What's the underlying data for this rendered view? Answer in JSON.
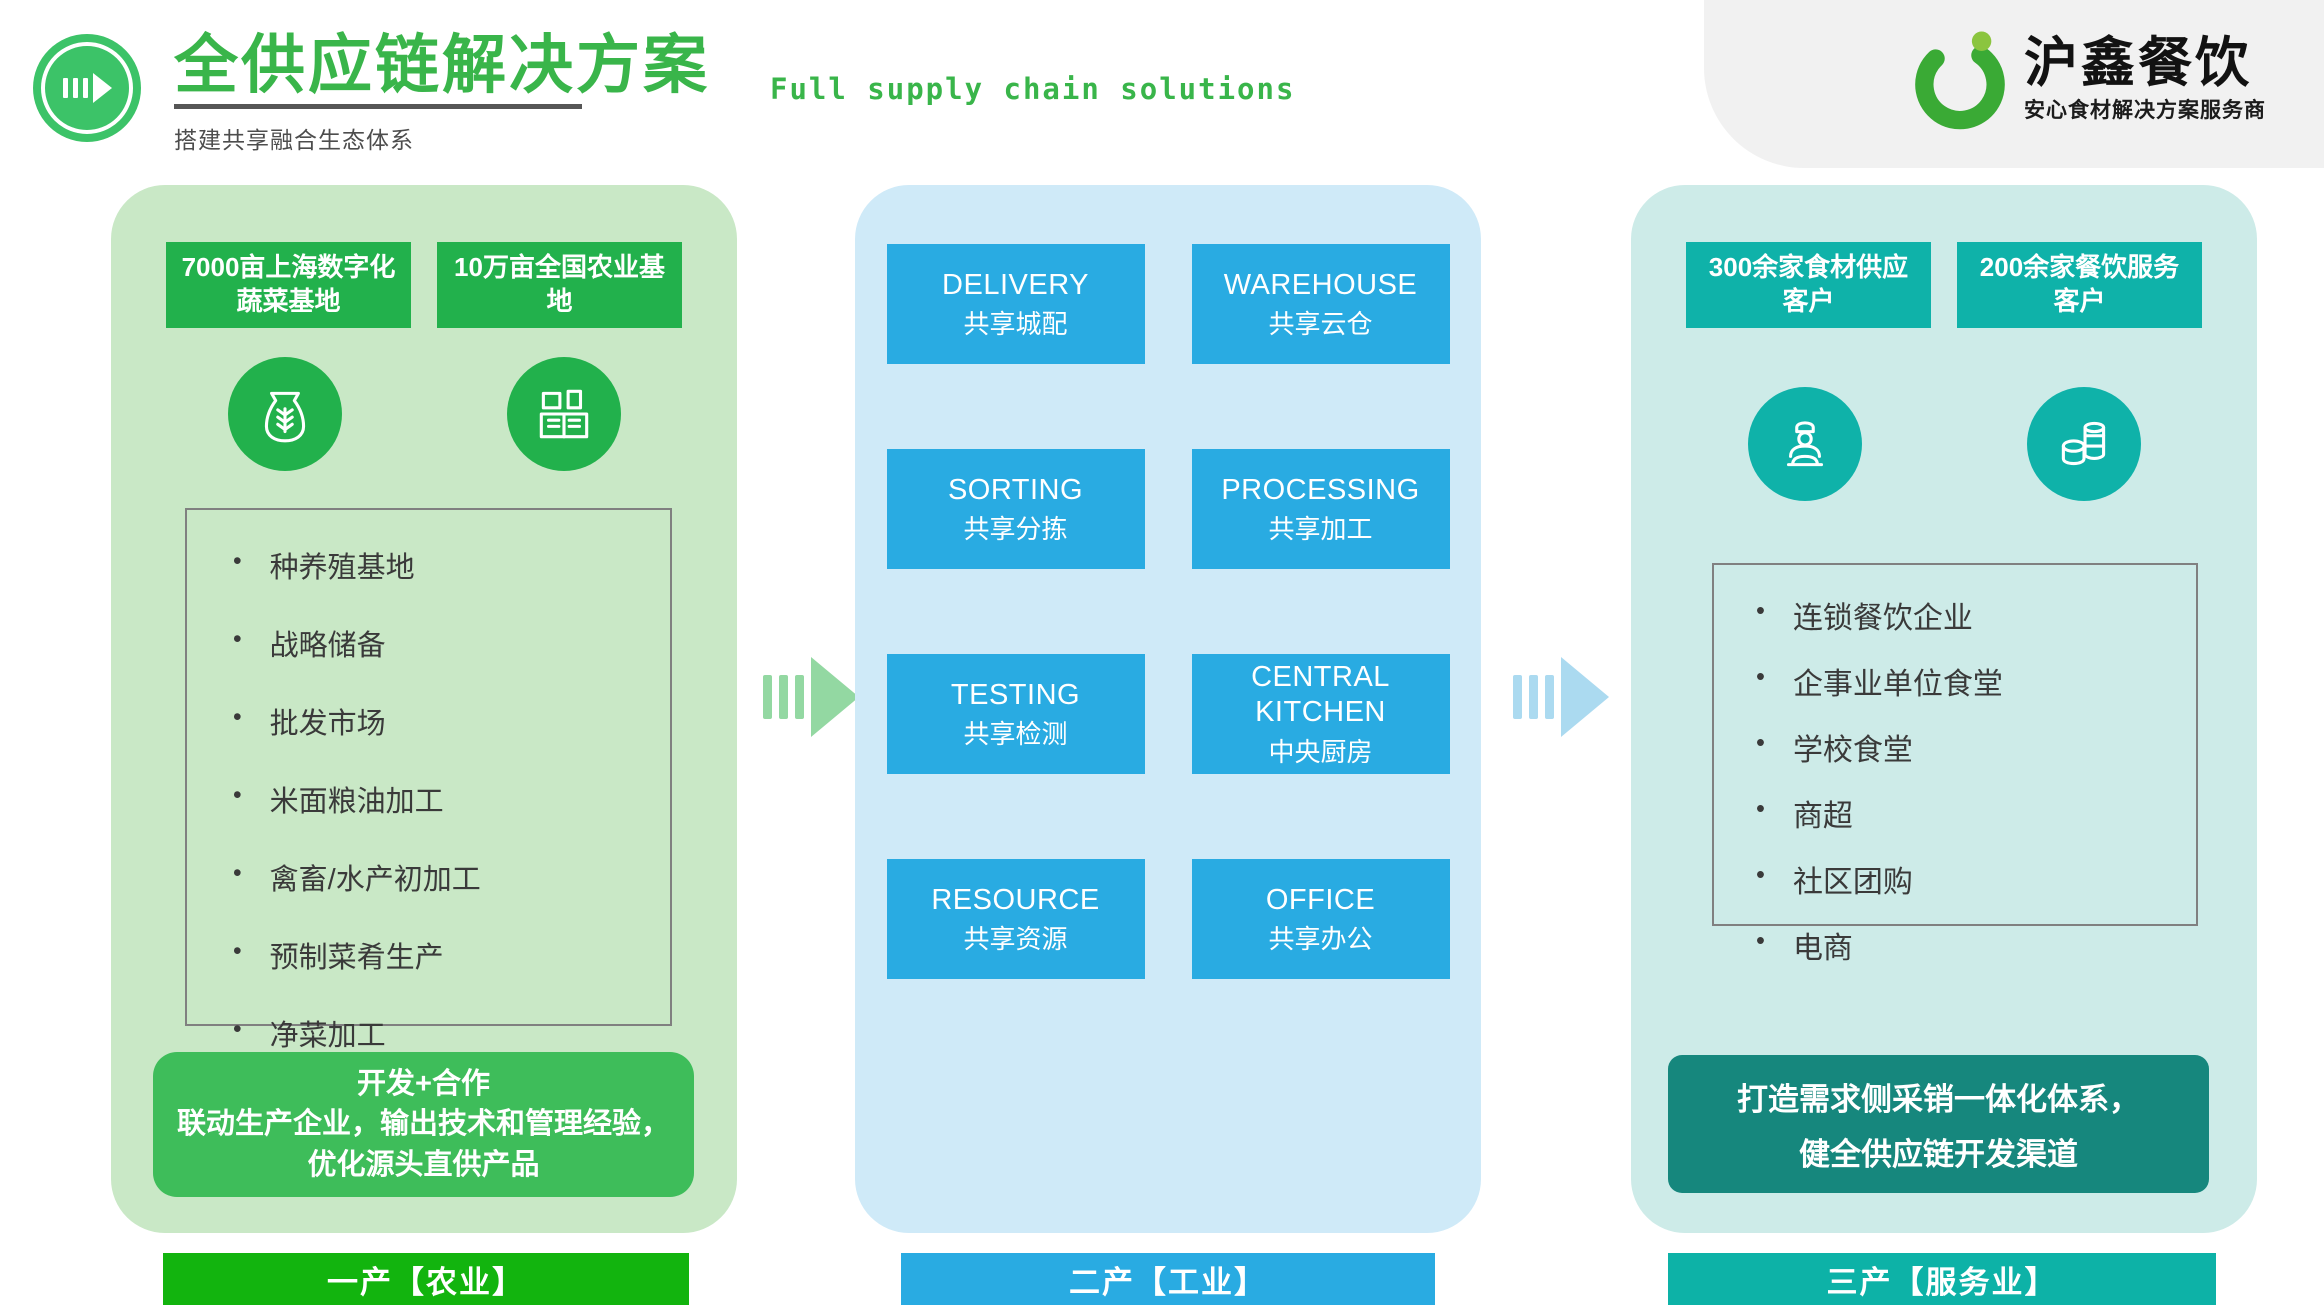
{
  "header": {
    "title": "全供应链解决方案",
    "subtitle": "搭建共享融合生态体系",
    "title_en": "Full supply chain solutions",
    "brand_name": "沪鑫餐饮",
    "brand_tagline": "安心食材解决方案服务商"
  },
  "columns": [
    {
      "footer": "一产【农业】",
      "badges": [
        "7000亩上海数字化蔬菜基地",
        "10万亩全国农业基地"
      ],
      "icons": [
        "grain-bag-icon",
        "farm-base-icon"
      ],
      "list": [
        "种养殖基地",
        "战略储备",
        "批发市场",
        "米面粮油加工",
        "禽畜/水产初加工",
        "预制菜肴生产",
        "净菜加工"
      ],
      "highlight_title": "开发+合作",
      "highlight_body": "联动生产企业，输出技术和管理经验，优化源头直供产品"
    },
    {
      "footer": "二产【工业】",
      "boxes": [
        {
          "en": "DELIVERY",
          "zh": "共享城配"
        },
        {
          "en": "WAREHOUSE",
          "zh": "共享云仓"
        },
        {
          "en": "SORTING",
          "zh": "共享分拣"
        },
        {
          "en": "PROCESSING",
          "zh": "共享加工"
        },
        {
          "en": "TESTING",
          "zh": "共享检测"
        },
        {
          "en": "CENTRAL KITCHEN",
          "zh": "中央厨房"
        },
        {
          "en": "RESOURCE",
          "zh": "共享资源"
        },
        {
          "en": "OFFICE",
          "zh": "共享办公"
        }
      ]
    },
    {
      "footer": "三产【服务业】",
      "badges": [
        "300余家食材供应客户",
        "200余家餐饮服务客户"
      ],
      "icons": [
        "chef-service-icon",
        "canned-food-icon"
      ],
      "list": [
        "连锁餐饮企业",
        "企事业单位食堂",
        "学校食堂",
        "商超",
        "社区团购",
        "电商"
      ],
      "highlight_lines": [
        "打造需求侧采销一体化体系，",
        "健全供应链开发渠道"
      ]
    }
  ],
  "colors": {
    "green_accent": "#39b54a",
    "green_badge": "#22b14c",
    "green_light_bg": "#c9e8c6",
    "green_bar": "#12b40e",
    "blue_box": "#29abe2",
    "blue_light_bg": "#cfeaf8",
    "teal_badge": "#0fb2a9",
    "teal_light_bg": "#cdebe8",
    "teal_dark": "#16877d"
  }
}
